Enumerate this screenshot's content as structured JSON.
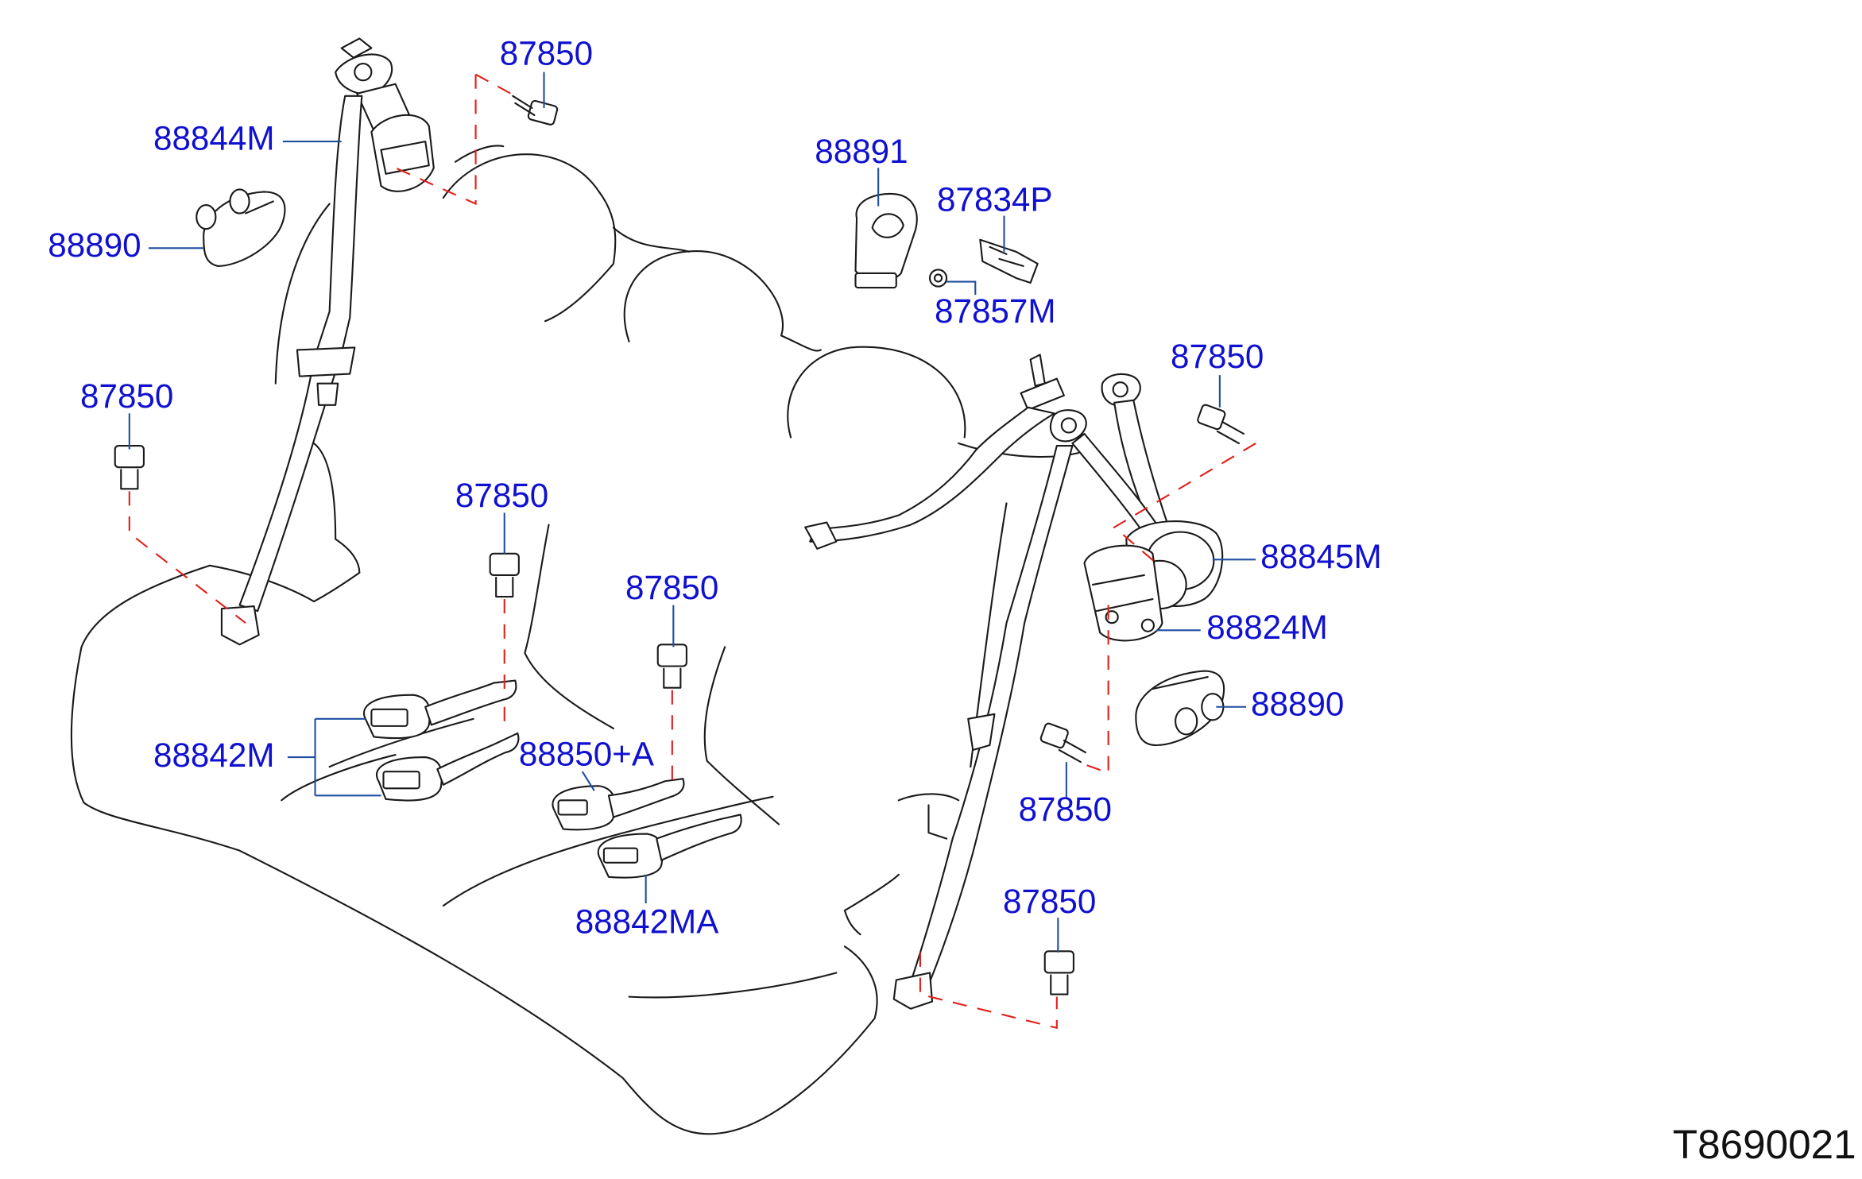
{
  "diagram": {
    "labels": {
      "bolt_top": "87850",
      "belt_left": "88844M",
      "cover_left": "88890",
      "bolt_left": "87850",
      "bolt_mid_left": "87850",
      "buckle_pair": "88842M",
      "bolt_mid": "87850",
      "buckle_center": "88850+A",
      "buckle_lower": "88842MA",
      "guide_cover": "88891",
      "clip": "87834P",
      "nut": "87857M",
      "bolt_right_top": "87850",
      "retractor_upper": "88845M",
      "retractor_lower": "88824M",
      "cover_right": "88890",
      "bolt_right_mid": "87850",
      "bolt_right_low": "87850"
    },
    "code": "T8690021"
  },
  "colors": {
    "callout_text": "#1010d0",
    "leader_line": "#1f4fa0",
    "install_dash": "#e0201a",
    "line_art": "#1a1a1a"
  }
}
